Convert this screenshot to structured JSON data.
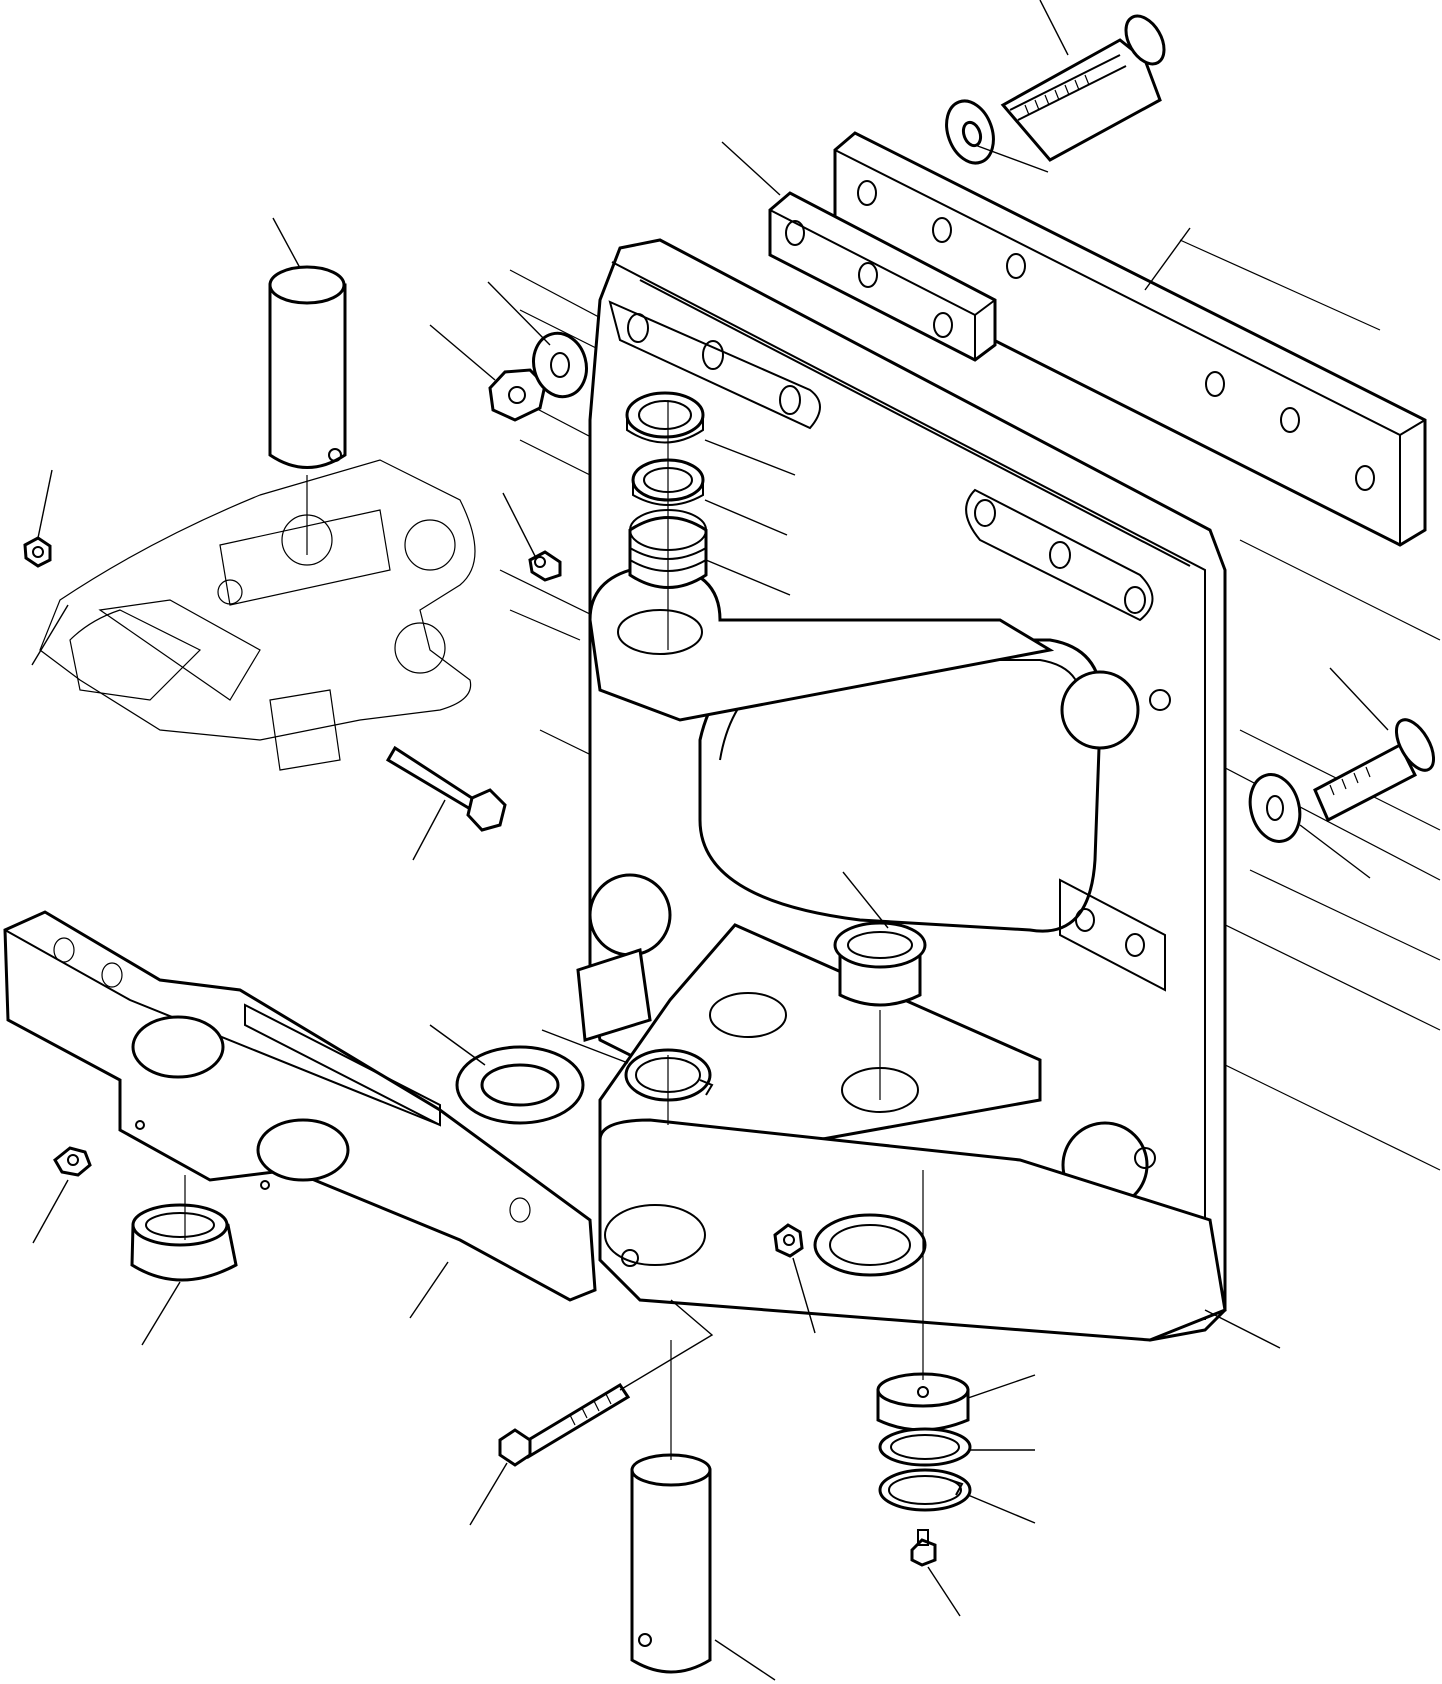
{
  "figure": {
    "kind": "exploded-parts-diagram",
    "callout_labels": []
  },
  "parts": [
    {
      "id": "large-bolt-top"
    },
    {
      "id": "washer-top"
    },
    {
      "id": "shim-plate-long"
    },
    {
      "id": "shim-plate-short"
    },
    {
      "id": "main-frame"
    },
    {
      "id": "nut-left"
    },
    {
      "id": "washer-left"
    },
    {
      "id": "bushing-upper-1"
    },
    {
      "id": "bushing-upper-2"
    },
    {
      "id": "bushing-upper-3"
    },
    {
      "id": "grease-fitting-upper"
    },
    {
      "id": "pin-upper-left"
    },
    {
      "id": "subframe-detail"
    },
    {
      "id": "nut-small-left"
    },
    {
      "id": "bolt-left-detail"
    },
    {
      "id": "bolt-right"
    },
    {
      "id": "washer-right"
    },
    {
      "id": "arm-plate"
    },
    {
      "id": "bushing-center"
    },
    {
      "id": "thrust-washer"
    },
    {
      "id": "snap-ring"
    },
    {
      "id": "grease-fitting-left"
    },
    {
      "id": "bushing-lower-left"
    },
    {
      "id": "nut-lower"
    },
    {
      "id": "bolt-lower"
    },
    {
      "id": "pin-lower"
    },
    {
      "id": "bushing-lower-right-1"
    },
    {
      "id": "bushing-lower-right-2"
    },
    {
      "id": "snap-ring-lower"
    },
    {
      "id": "grease-fitting-lower"
    }
  ]
}
